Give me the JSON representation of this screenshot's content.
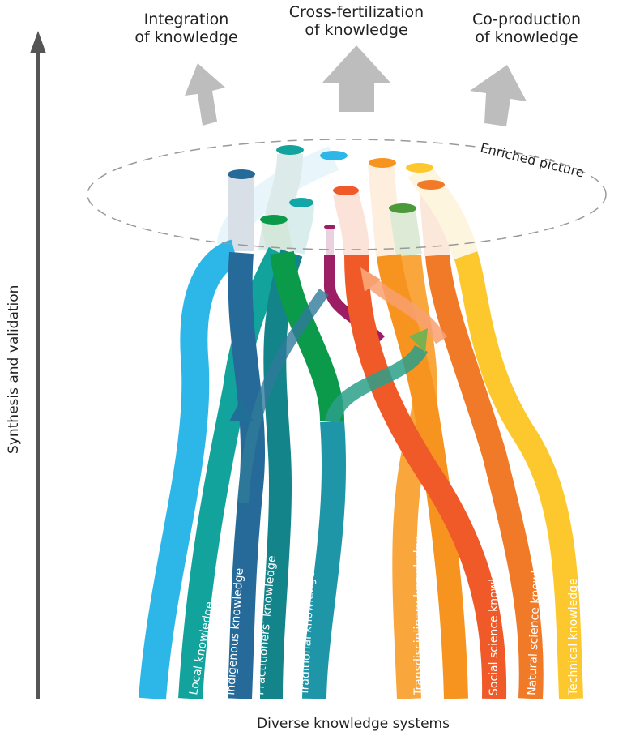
{
  "outcomes": [
    "Integration\nof knowledge",
    "Cross-fertilization\nof knowledge",
    "Co-production\nof knowledge"
  ],
  "outcome_lines": [
    [
      "Integration",
      "of knowledge"
    ],
    [
      "Cross-fertilization",
      "of knowledge"
    ],
    [
      "Co-production",
      "of knowledge"
    ]
  ],
  "enriched_label": "Enriched picture",
  "y_axis_label": "Synthesis and validation",
  "x_axis_label": "Diverse knowledge systems",
  "strands": [
    {
      "label": "Local knowledge",
      "color": "#12a39c"
    },
    {
      "label": "Indigenous knowledge",
      "color": "#256a98"
    },
    {
      "label": "Practitioners’ knowledge",
      "color": "#13848a"
    },
    {
      "label": "Traditional knowledge",
      "color": "#1f96a8"
    },
    {
      "label": "Transdisciplinary knowledge",
      "color": "#f9a73c"
    },
    {
      "label": "Social science knowledge",
      "color": "#ef5a28"
    },
    {
      "label": "Natural science knowledge",
      "color": "#f07a28"
    },
    {
      "label": "Technical knowledge",
      "color": "#fcc82e"
    }
  ],
  "arrow_color": "#bdbdbd"
}
